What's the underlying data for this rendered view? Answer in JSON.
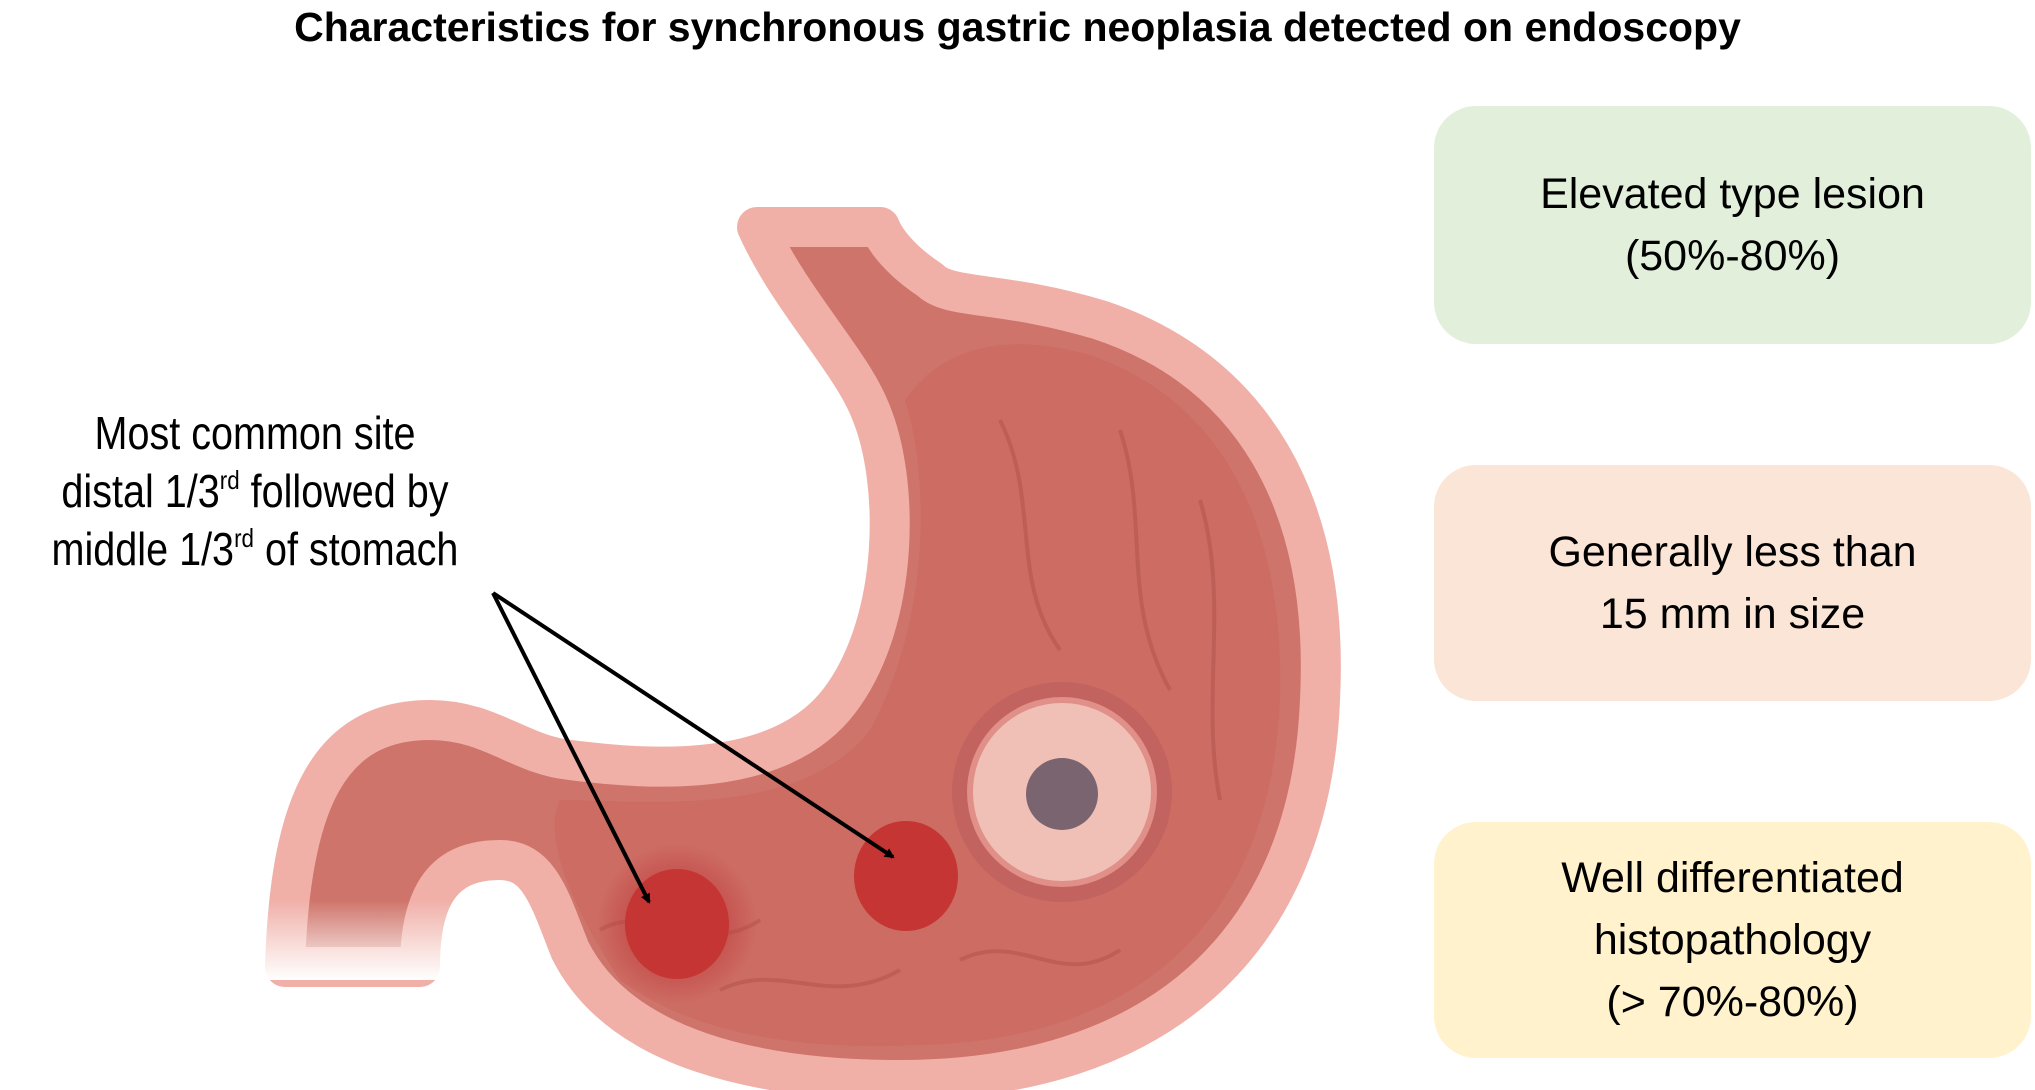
{
  "title": "Characteristics for synchronous gastric neoplasia detected on endoscopy",
  "annotation": {
    "line1": "Most common site",
    "line2_a": "distal 1/3",
    "line2_sup": "rd",
    "line2_b": " followed by",
    "line3_a": "middle 1/3",
    "line3_sup": "rd",
    "line3_b": " of stomach"
  },
  "boxes": [
    {
      "lines": [
        "Elevated type lesion",
        "(50%-80%)"
      ],
      "color": "#e2efda"
    },
    {
      "lines": [
        "Generally less than",
        "15 mm in size"
      ],
      "color": "#fbe5d6"
    },
    {
      "lines": [
        "Well differentiated",
        "histopathology",
        "(> 70%-80%)"
      ],
      "color": "#fff2cc"
    }
  ]
}
